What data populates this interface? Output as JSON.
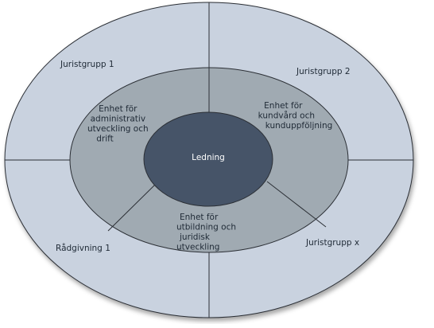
{
  "diagram": {
    "center": {
      "label": "Ledning"
    },
    "inner_ring": [
      {
        "id": "admin",
        "lines": [
          "Enhet för",
          "administrativ",
          "utveckling och",
          "drift"
        ]
      },
      {
        "id": "kund",
        "lines": [
          "Enhet för",
          "kundvård och",
          "kunduppföljning"
        ]
      },
      {
        "id": "utb",
        "lines": [
          "Enhet för",
          "utbildning och",
          "juridisk",
          "utveckling"
        ]
      }
    ],
    "outer_ring": [
      {
        "id": "jg1",
        "label": "Juristgrupp 1"
      },
      {
        "id": "jg2",
        "label": "Juristgrupp 2"
      },
      {
        "id": "jgx",
        "label": "Juristgrupp x"
      },
      {
        "id": "rad1",
        "label": "Rådgivning 1"
      }
    ],
    "colors": {
      "outer_fill": "#c9d2df",
      "middle_fill": "#a0aab2",
      "center_fill": "#465468",
      "line": "#2b2f35",
      "text_dark": "#1f2a36",
      "text_light": "#ffffff"
    }
  }
}
